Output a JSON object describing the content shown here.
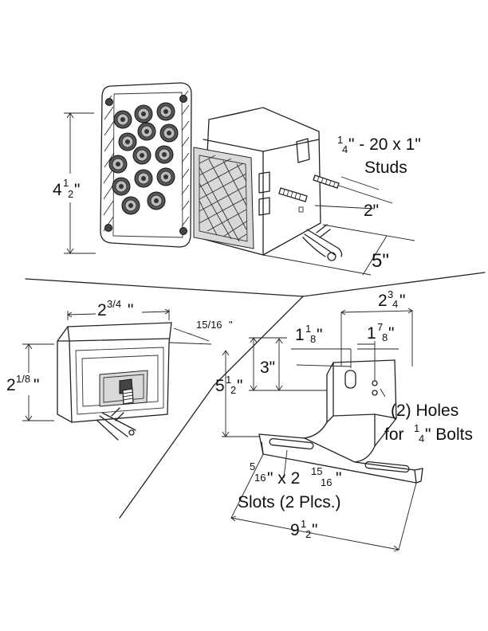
{
  "dims": {
    "lamp_height": {
      "whole": "4",
      "num": "1",
      "den": "2",
      "unit": "\""
    },
    "studs_line1": {
      "num": "1",
      "den": "4",
      "rest": "\" - 20 x 1\""
    },
    "studs_line2": "Studs",
    "stud_length": "2\"",
    "lamp_depth": "5\"",
    "small_width": {
      "whole": "2",
      "frac": "3/4",
      "unit": "\""
    },
    "small_depth": {
      "frac": "15/16",
      "unit": "\""
    },
    "small_height": {
      "whole": "2",
      "frac": "1/8",
      "unit": "\""
    },
    "bracket_width": {
      "whole": "2",
      "num": "3",
      "den": "4",
      "unit": "\""
    },
    "hole_offset_a": {
      "whole": "1",
      "num": "1",
      "den": "8",
      "unit": "\""
    },
    "hole_offset_b": {
      "whole": "1",
      "num": "7",
      "den": "8",
      "unit": "\""
    },
    "bracket_height_inner": "3\"",
    "bracket_height": {
      "whole": "5",
      "num": "1",
      "den": "2",
      "unit": "\""
    },
    "holes_line1": "(2) Holes",
    "holes_line2": {
      "pre": "for ",
      "num": "1",
      "den": "4",
      "post": "\" Bolts"
    },
    "slots_line1": {
      "num": "5",
      "den": "16",
      "mid": "\" x 2 ",
      "num2": "15",
      "den2": "16",
      "unit": "\""
    },
    "slots_line2": "Slots (2 Plcs.)",
    "bracket_length": {
      "whole": "9",
      "num": "1",
      "den": "2",
      "unit": "\""
    }
  },
  "colors": {
    "ink": "#222222",
    "background": "#ffffff"
  }
}
